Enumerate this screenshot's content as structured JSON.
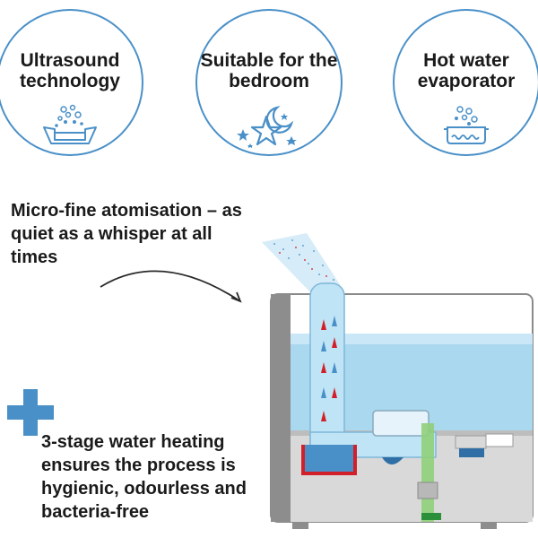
{
  "badges": [
    {
      "label": "Ultrasound technology",
      "icon": "ultrasound-icon"
    },
    {
      "label": "Suitable for the bedroom",
      "icon": "moon-stars-icon"
    },
    {
      "label": "Hot water evaporator",
      "icon": "evaporator-icon"
    }
  ],
  "captions": {
    "atomisation": "Micro-fine atomisation – as quiet as a whisper at all times",
    "heating": "3-stage water heating ensures the process is hygienic, odourless and bacteria-free"
  },
  "colors": {
    "accent": "#4a90c8",
    "water": "#a9d8ef",
    "heating_red": "#d2202a",
    "green": "#8fcf7a"
  }
}
